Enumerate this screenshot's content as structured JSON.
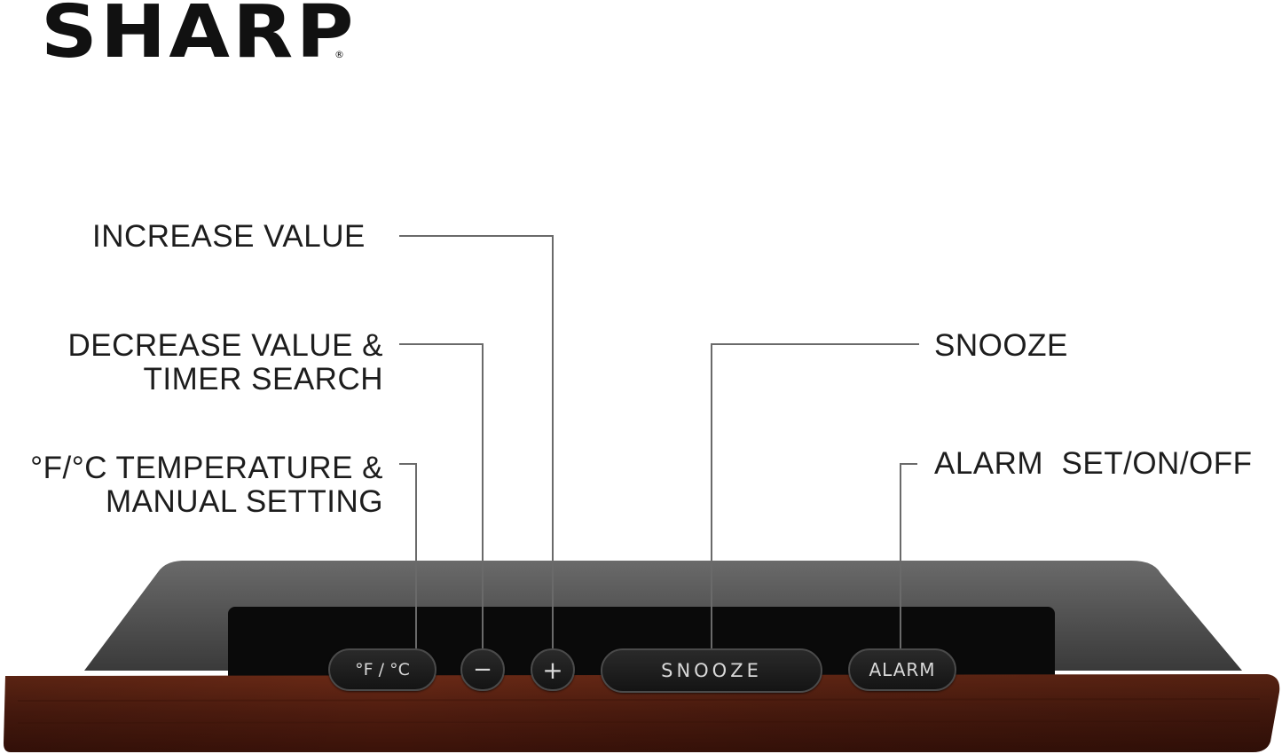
{
  "brand": {
    "logo": "SHARP",
    "registered_mark": "®"
  },
  "labels": {
    "increase": "INCREASE VALUE",
    "decrease_line1": "DECREASE VALUE &",
    "decrease_line2": "TIMER SEARCH",
    "temp_line1": "°F/°C TEMPERATURE &",
    "temp_line2": "MANUAL SETTING",
    "snooze": "SNOOZE",
    "alarm": "ALARM  SET/ON/OFF"
  },
  "buttons": {
    "temp": "°F / °C",
    "minus": "−",
    "plus": "+",
    "snooze": "SNOOZE",
    "alarm": "ALARM"
  },
  "colors": {
    "wood": "#4e1c0f",
    "housing": "#505050",
    "button_text": "#d8d8d8",
    "leader_line": "#6a6a6a"
  }
}
